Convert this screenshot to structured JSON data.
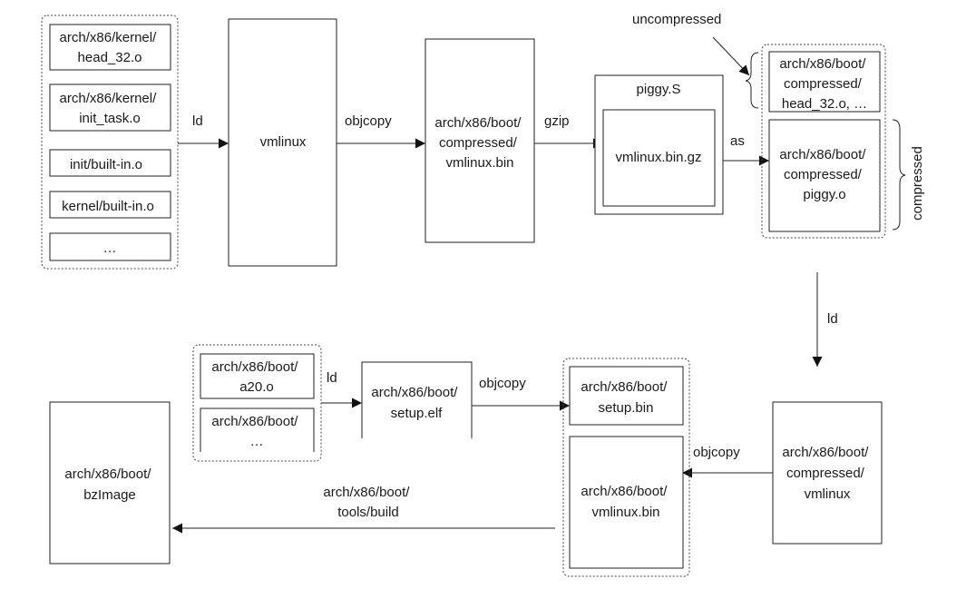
{
  "left_group": {
    "items": [
      {
        "lines": [
          "arch/x86/kernel/",
          "head_32.o"
        ]
      },
      {
        "lines": [
          "arch/x86/kernel/",
          "init_task.o"
        ]
      },
      {
        "lines": [
          "init/built-in.o"
        ]
      },
      {
        "lines": [
          "kernel/built-in.o"
        ]
      },
      {
        "lines": [
          "…"
        ]
      }
    ]
  },
  "nodes": {
    "vmlinux": "vmlinux",
    "vmlinux_bin": [
      "arch/x86/boot/",
      "compressed/",
      "vmlinux.bin"
    ],
    "piggy_s": "piggy.S",
    "vmlinux_bin_gz": "vmlinux.bin.gz",
    "compressed_vmlinux": [
      "arch/x86/boot/",
      "compressed/",
      "vmlinux"
    ],
    "setup_elf": [
      "arch/x86/boot/",
      "setup.elf"
    ],
    "bzimage": [
      "arch/x86/boot/",
      "bzImage"
    ]
  },
  "compressed_group": {
    "uncompressed_item": [
      "arch/x86/boot/",
      "compressed/",
      "head_32.o, …"
    ],
    "piggy_o": [
      "arch/x86/boot/",
      "compressed/",
      "piggy.o"
    ],
    "label_uncompressed": "uncompressed",
    "label_compressed": "compressed"
  },
  "setup_group": {
    "items": [
      {
        "lines": [
          "arch/x86/boot/",
          "a20.o"
        ]
      },
      {
        "lines": [
          "arch/x86/boot/",
          "…"
        ]
      }
    ]
  },
  "bin_group": {
    "setup_bin": [
      "arch/x86/boot/",
      "setup.bin"
    ],
    "vmlinux_bin": [
      "arch/x86/boot/",
      "vmlinux.bin"
    ]
  },
  "edges": {
    "ld1": "ld",
    "objcopy1": "objcopy",
    "gzip": "gzip",
    "as": "as",
    "ld2": "ld",
    "objcopy2": "objcopy",
    "ld3": "ld",
    "objcopy3": "objcopy",
    "build": [
      "arch/x86/boot/",
      "tools/build"
    ]
  }
}
